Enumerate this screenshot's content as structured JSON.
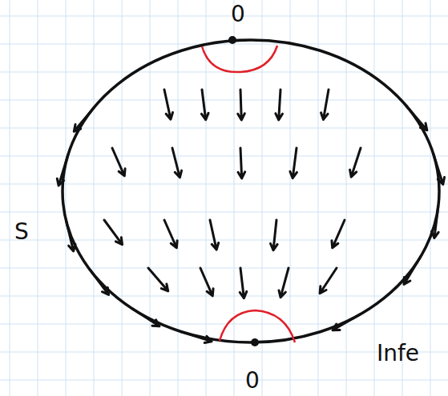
{
  "diagram": {
    "labels": [
      "0",
      "S",
      "0",
      "Infe"
    ]
  }
}
